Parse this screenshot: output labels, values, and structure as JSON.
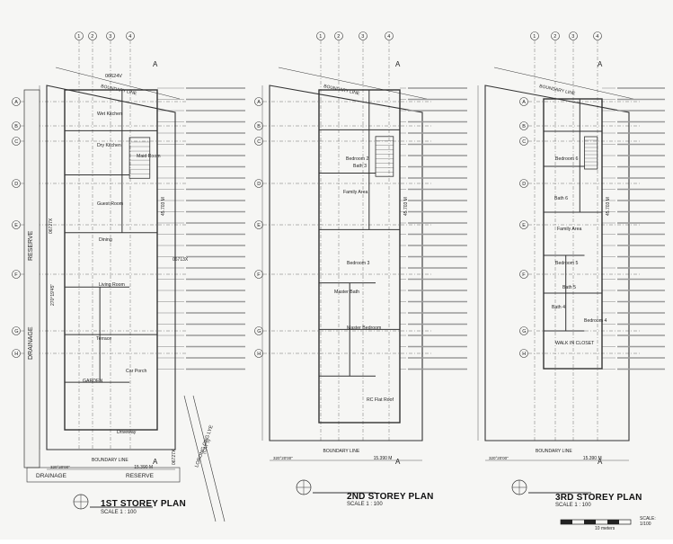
{
  "plans": [
    {
      "title": "1ST STOREY PLAN",
      "scale": "SCALE 1 : 100",
      "grid_letters": [
        "A",
        "B",
        "C",
        "D",
        "E",
        "F",
        "G",
        "H"
      ],
      "grid_numbers": [
        "1",
        "2",
        "3",
        "4"
      ],
      "rooms": [
        "Wet Kitchen",
        "Dry Kitchen",
        "Maid Room",
        "Guest Room",
        "Dining",
        "Living Room",
        "Terrace",
        "Car Porch",
        "GARDEN",
        "Driveway"
      ],
      "labels": {
        "boundary": "BOUNDARY LINE",
        "drainage": "DRAINAGE",
        "reserve": "RESERVE",
        "lot_top": "06624V",
        "lot_mid": "06713X",
        "lot_side": "06727X",
        "lot_bottom": "06727X",
        "lorong": "LORONG ONG LYE",
        "cat": "(CAT 5)",
        "dim_bottom": "15.390 M",
        "bearing_bottom": "320°20'00\"",
        "depth": "45.703 M",
        "bearing_side": "270°19'45\"",
        "section": "A"
      }
    },
    {
      "title": "2ND STOREY PLAN",
      "scale": "SCALE 1 : 100",
      "grid_letters": [
        "A",
        "B",
        "C",
        "D",
        "E",
        "F",
        "G",
        "H"
      ],
      "grid_numbers": [
        "1",
        "2",
        "3",
        "4"
      ],
      "rooms": [
        "Bedroom 2",
        "Bath 3",
        "Family Area",
        "Bedroom 3",
        "Master Bath",
        "Master Bedroom",
        "RC Flat Roof"
      ],
      "labels": {
        "boundary": "BOUNDARY LINE",
        "dim_bottom": "15.390 M",
        "bearing_bottom": "320°20'00\"",
        "depth": "45.703 M",
        "section": "A"
      }
    },
    {
      "title": "3RD STOREY PLAN",
      "scale": "SCALE 1 : 100",
      "grid_letters": [
        "A",
        "B",
        "C",
        "D",
        "E",
        "F",
        "G",
        "H"
      ],
      "grid_numbers": [
        "1",
        "2",
        "3",
        "4"
      ],
      "rooms": [
        "Bedroom 6",
        "Bath 6",
        "Family Area",
        "Bedroom 5",
        "Bath 5",
        "Bath 4",
        "Bedroom 4",
        "WALK IN CLOSET"
      ],
      "labels": {
        "boundary": "BOUNDARY LINE",
        "dim_bottom": "15.390 M",
        "bearing_bottom": "320°20'00\"",
        "depth": "45.703 M",
        "section": "A"
      }
    }
  ],
  "scale_bar": {
    "label": "SCALE: 1/100",
    "meters": "10 meters"
  }
}
